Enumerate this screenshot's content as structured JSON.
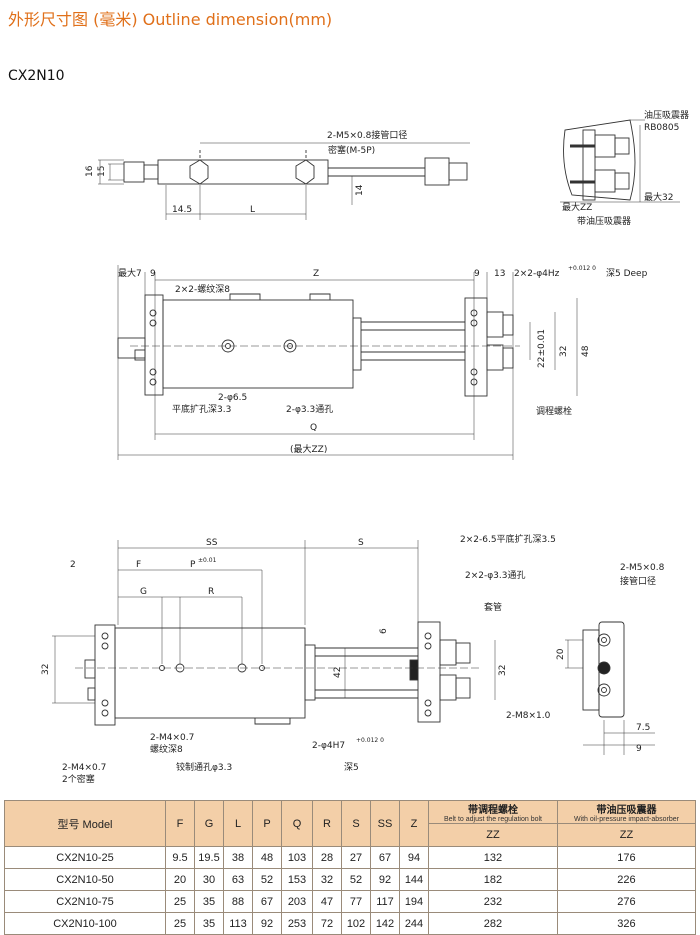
{
  "page": {
    "title": "外形尺寸图 (毫米) Outline dimension(mm)",
    "model": "CX2N10"
  },
  "labels": {
    "m5_port": "2-M5×0.8接管口径",
    "plug": "密塞(M-5P)",
    "d16": "16",
    "d15": "15",
    "d14": "14",
    "d14_5": "14.5",
    "dL": "L",
    "side_label1": "油压吸震器",
    "side_label2": "RB0805",
    "max_zz_small": "最大ZZ",
    "max32": "最大32",
    "with_absorber": "带油压吸震器",
    "max7": "最大7",
    "d9a": "9",
    "dZ": "Z",
    "d9b": "9",
    "d13": "13",
    "phi4": "2×2-φ4Hz",
    "phi4_tol": "+0.012 0",
    "deep5": "深5 Deep",
    "thread8": "2×2-螺纹深8",
    "d22": "22±0.01",
    "d32a": "32",
    "d48": "48",
    "phi6_5": "2-φ6.5",
    "counterbore": "平底扩孔深3.3",
    "phi3_3": "2-φ3.3通孔",
    "adj_bolt": "调程螺栓",
    "dQ": "Q",
    "max_zz": "(最大ZZ)",
    "dSS": "SS",
    "dS": "S",
    "d2": "2",
    "dF": "F",
    "dP": "P",
    "dP_tol": "±0.01",
    "dG": "G",
    "dR": "R",
    "cb_b": "2×2-6.5平底扩孔深3.5",
    "hole_b": "2×2-φ3.3通孔",
    "tube": "套管",
    "d6": "6",
    "d32b": "32",
    "d42": "42",
    "d32c": "32",
    "m8": "2-M8×1.0",
    "m4a": "2-M4×0.7",
    "m4a_2": "螺纹深8",
    "phi4h7": "2-φ4H7",
    "phi4h7_tol": "+0.012 0",
    "deep5b": "深5",
    "ream": "铰制通孔φ3.3",
    "m4b": "2-M4×0.7",
    "m4b_2": "2个密塞",
    "m5b": "2-M5×0.8",
    "m5b_2": "接管口径",
    "d20": "20",
    "d7_5": "7.5",
    "d9c": "9"
  },
  "table": {
    "model_header": "型号 Model",
    "cols": [
      "F",
      "G",
      "L",
      "P",
      "Q",
      "R",
      "S",
      "SS",
      "Z"
    ],
    "adj_header": "带调程螺栓",
    "adj_sub": "Belt to adjust the regulation bolt",
    "abs_header": "带油压吸震器",
    "abs_sub": "With oil-pressure impact-absorber",
    "zz1": "ZZ",
    "zz2": "ZZ",
    "rows": [
      [
        "CX2N10-25",
        "9.5",
        "19.5",
        "38",
        "48",
        "103",
        "28",
        "27",
        "67",
        "94",
        "132",
        "176"
      ],
      [
        "CX2N10-50",
        "20",
        "30",
        "63",
        "52",
        "153",
        "32",
        "52",
        "92",
        "144",
        "182",
        "226"
      ],
      [
        "CX2N10-75",
        "25",
        "35",
        "88",
        "67",
        "203",
        "47",
        "77",
        "117",
        "194",
        "232",
        "276"
      ],
      [
        "CX2N10-100",
        "25",
        "35",
        "113",
        "92",
        "253",
        "72",
        "102",
        "142",
        "244",
        "282",
        "326"
      ]
    ]
  }
}
